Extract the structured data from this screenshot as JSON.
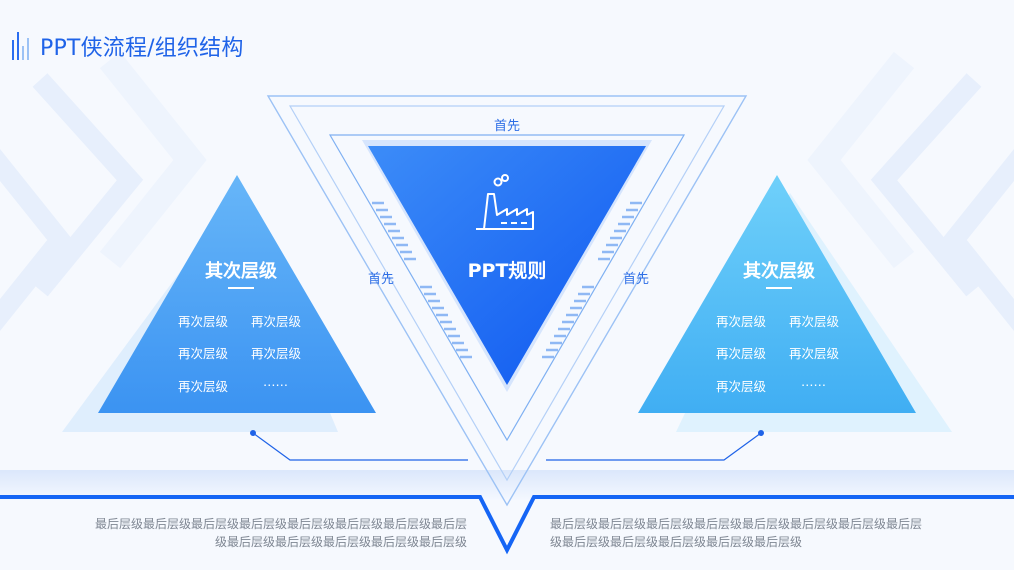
{
  "page_title": "PPT侠流程/组织结构",
  "center": {
    "title": "PPT规则",
    "icon": "factory-icon",
    "labels": {
      "top": "首先",
      "left": "首先",
      "right": "首先"
    }
  },
  "left_panel": {
    "title": "其次层级",
    "items": [
      "再次层级",
      "再次层级",
      "再次层级",
      "再次层级",
      "再次层级",
      "……"
    ]
  },
  "right_panel": {
    "title": "其次层级",
    "items": [
      "再次层级",
      "再次层级",
      "再次层级",
      "再次层级",
      "再次层级",
      "……"
    ]
  },
  "footer": {
    "left_text": "最后层级最后层级最后层级最后层级最后层级最后层级最后层级最后层级最后层级最后层级最后层级最后层级最后层级",
    "right_text": "最后层级最后层级最后层级最后层级最后层级最后层级最后层级最后层级最后层级最后层级最后层级最后层级最后层级"
  },
  "colors": {
    "accent": "#1f63e8",
    "center_triangle": "#1565f5",
    "side_triangle_left": "#4aa4f7",
    "side_triangle_right": "#52bdf6",
    "label_text": "#2f6fe6",
    "footer_text": "#7f8793"
  }
}
